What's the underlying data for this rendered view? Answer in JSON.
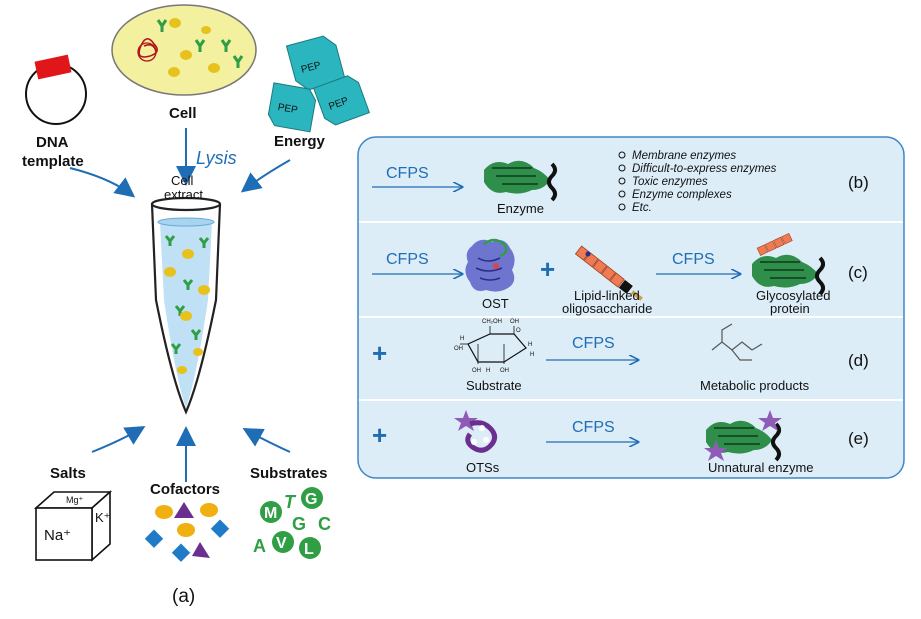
{
  "left": {
    "dna_label_1": "DNA",
    "dna_label_2": "template",
    "cell_label": "Cell",
    "energy_label": "Energy",
    "lysis_label": "Lysis",
    "pep": "PEP",
    "tube_label_1": "Cell",
    "tube_label_2": "extract",
    "salts_label": "Salts",
    "cofactors_label": "Cofactors",
    "substrates_label": "Substrates",
    "mg": "Mg⁺",
    "na": "Na⁺",
    "k": "K⁺",
    "letters": [
      "M",
      "T",
      "G",
      "G",
      "C",
      "A",
      "V",
      "L"
    ],
    "panel_tag": "(a)"
  },
  "right": {
    "cfps": "CFPS",
    "plus": "+",
    "b": {
      "product": "Enzyme",
      "bullets": [
        "Membrane enzymes",
        "Difficult-to-express enzymes",
        "Toxic enzymes",
        "Enzyme complexes",
        "Etc."
      ],
      "tag": "(b)"
    },
    "c": {
      "ost": "OST",
      "lipid_1": "Lipid-linked",
      "lipid_2": "oligosaccharide",
      "product_1": "Glycosylated",
      "product_2": "protein",
      "tag": "(c)"
    },
    "d": {
      "substrate": "Substrate",
      "product": "Metabolic products",
      "ring_labels": [
        "CH₂OH",
        "OH",
        "H",
        "H",
        "OH",
        "H",
        "OH",
        "H",
        "OH",
        "O"
      ],
      "tag": "(d)"
    },
    "e": {
      "ots": "OTSs",
      "product": "Unnatural enzyme",
      "tag": "(e)"
    }
  },
  "colors": {
    "blue": "#1f6db5",
    "panel_bg": "#dcedf8",
    "cell_fill": "#f3f0a0",
    "pep_fill": "#2bb6bf",
    "green": "#2f9e44",
    "yellow": "#e8c21c",
    "purple": "#6a2f8f"
  }
}
